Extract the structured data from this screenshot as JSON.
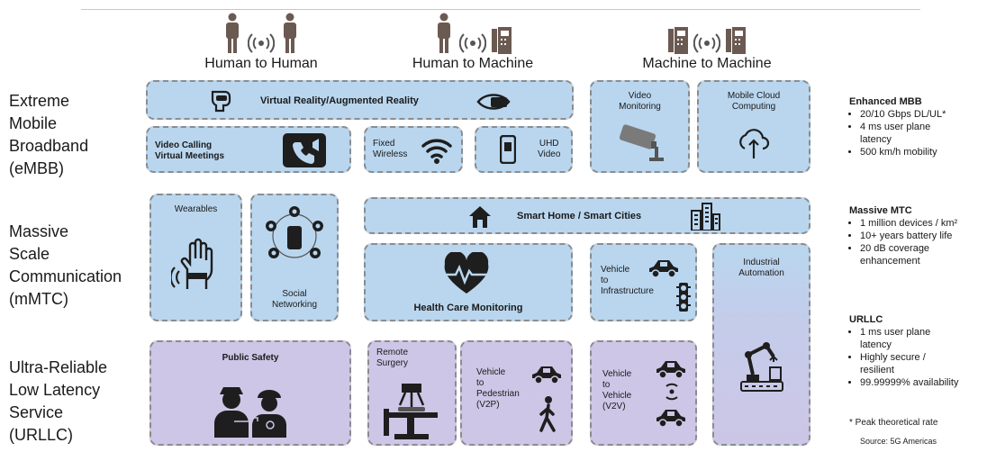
{
  "columns": [
    "Human to Human",
    "Human to Machine",
    "Machine to Machine"
  ],
  "rows": [
    {
      "lines": [
        "Extreme",
        "Mobile",
        "Broadband",
        "(eMBB)"
      ]
    },
    {
      "lines": [
        "Massive",
        "Scale",
        "Communication",
        "(mMTC)"
      ]
    },
    {
      "lines": [
        "Ultra-Reliable",
        "Low Latency",
        "Service",
        "(URLLC)"
      ]
    }
  ],
  "boxes": {
    "vr": "Virtual Reality/Augmented Reality",
    "video_monitoring": [
      "Video",
      "Monitoring"
    ],
    "mobile_cloud": [
      "Mobile Cloud",
      "Computing"
    ],
    "video_calling": [
      "Video Calling",
      "Virtual Meetings"
    ],
    "fixed_wireless": [
      "Fixed",
      "Wireless"
    ],
    "uhd_video": [
      "UHD",
      "Video"
    ],
    "wearables": "Wearables",
    "social": [
      "Social",
      "Networking"
    ],
    "smart_home": "Smart Home / Smart Cities",
    "health_care": "Health Care Monitoring",
    "v2i": [
      "Vehicle",
      "to",
      "Infrastructure"
    ],
    "industrial": [
      "Industrial",
      "Automation"
    ],
    "public_safety": "Public Safety",
    "remote_surgery": [
      "Remote",
      "Surgery"
    ],
    "v2p": [
      "Vehicle",
      "to",
      "Pedestrian",
      "(V2P)"
    ],
    "v2v": [
      "Vehicle",
      "to",
      "Vehicle",
      "(V2V)"
    ]
  },
  "side": [
    {
      "heading": "Enhanced MBB",
      "items": [
        "20/10 Gbps DL/UL*",
        "4 ms user plane latency",
        "500 km/h mobility"
      ]
    },
    {
      "heading": "Massive MTC",
      "items": [
        "1 million devices / km²",
        "10+ years battery life",
        "20 dB coverage enhancement"
      ]
    },
    {
      "heading": "URLLC",
      "items": [
        "1 ms user plane latency",
        "Highly secure / resilient",
        "99.99999% availability"
      ]
    }
  ],
  "footnote": "* Peak theoretical rate",
  "source": "Source: 5G Americas",
  "colors": {
    "blue": "#b9d6ee",
    "purple": "#cdc6e6",
    "icon": "#1e1e1e",
    "person": "#6b5a52"
  }
}
